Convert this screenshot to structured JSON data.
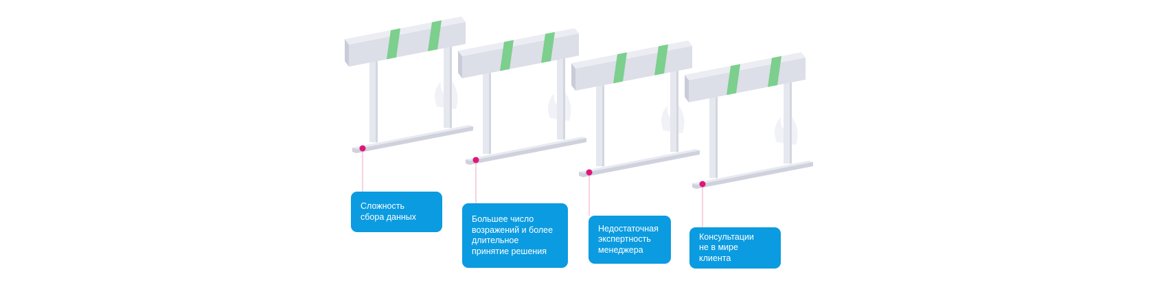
{
  "colors": {
    "beam_front": "#dcdee8",
    "beam_top": "#ebedf3",
    "beam_end": "#c9ccd8",
    "stripe": "#7ccf8d",
    "leg": "#e6e8ef",
    "leg_shade": "#d3d6e0",
    "base_top": "#e8eaf1",
    "base_front": "#cfd2dd",
    "marker": "#e0157a",
    "connector": "#f3a6c6",
    "box": "#0b9be0",
    "box_text": "#ffffff",
    "smoke": "#f1f2f7"
  },
  "obstacles": [
    {
      "label": "Сложность\nсбора данных"
    },
    {
      "label": "Большее число\nвозражений и более\nдлительное\nпринятие решения"
    },
    {
      "label": "Недостаточная\nэкспертность\nменеджера"
    },
    {
      "label": "Консультации\nне в мире клиента"
    }
  ]
}
